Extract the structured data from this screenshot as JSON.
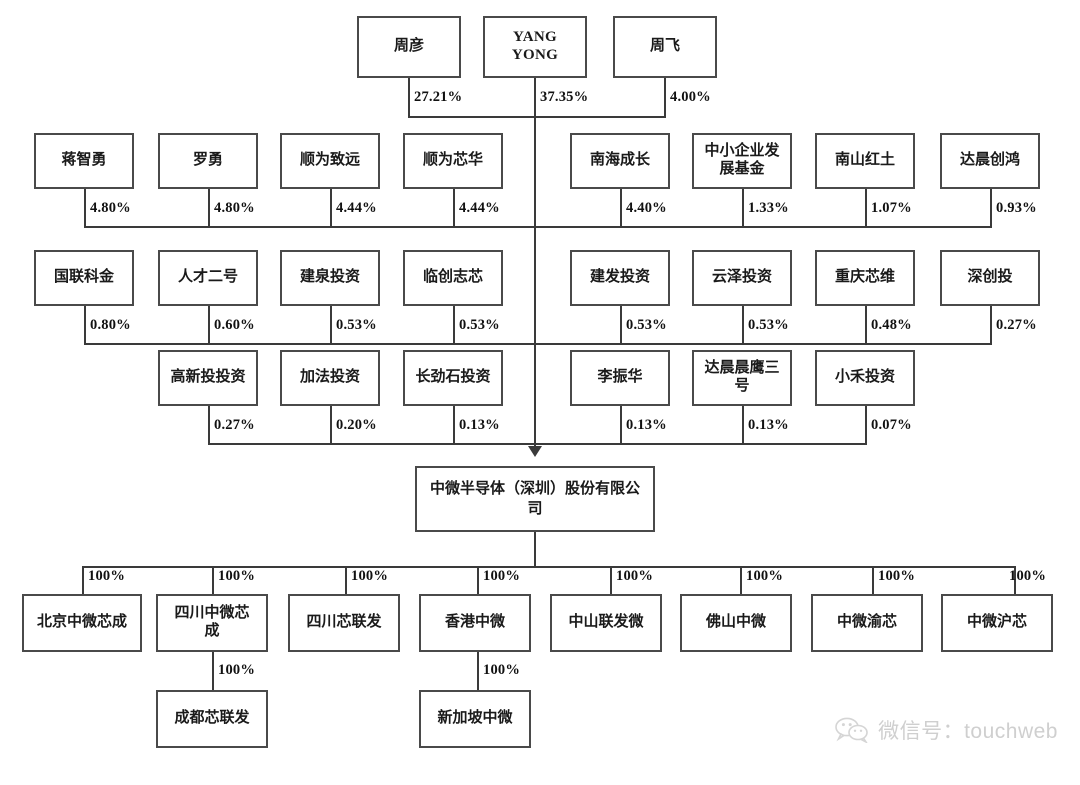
{
  "watermark": {
    "text": "微信号：touchweb",
    "icon": "wechat-icon"
  },
  "company": {
    "name": "中微半导体（深圳）股份有限公司"
  },
  "top_shareholders": [
    {
      "name": "周彦",
      "pct": "27.21%"
    },
    {
      "name": "YANG YONG",
      "pct": "37.35%"
    },
    {
      "name": "周飞",
      "pct": "4.00%"
    }
  ],
  "row2": [
    {
      "name": "蒋智勇",
      "pct": "4.80%"
    },
    {
      "name": "罗勇",
      "pct": "4.80%"
    },
    {
      "name": "顺为致远",
      "pct": "4.44%"
    },
    {
      "name": "顺为芯华",
      "pct": "4.44%"
    },
    {
      "name": "南海成长",
      "pct": "4.40%"
    },
    {
      "name": "中小企业发展基金",
      "pct": "1.33%"
    },
    {
      "name": "南山红土",
      "pct": "1.07%"
    },
    {
      "name": "达晨创鸿",
      "pct": "0.93%"
    }
  ],
  "row3": [
    {
      "name": "国联科金",
      "pct": "0.80%"
    },
    {
      "name": "人才二号",
      "pct": "0.60%"
    },
    {
      "name": "建泉投资",
      "pct": "0.53%"
    },
    {
      "name": "临创志芯",
      "pct": "0.53%"
    },
    {
      "name": "建发投资",
      "pct": "0.53%"
    },
    {
      "name": "云泽投资",
      "pct": "0.53%"
    },
    {
      "name": "重庆芯维",
      "pct": "0.48%"
    },
    {
      "name": "深创投",
      "pct": "0.27%"
    }
  ],
  "row4": [
    {
      "name": "高新投投资",
      "pct": "0.27%"
    },
    {
      "name": "加法投资",
      "pct": "0.20%"
    },
    {
      "name": "长劲石投资",
      "pct": "0.13%"
    },
    {
      "name": "李振华",
      "pct": "0.13%"
    },
    {
      "name": "达晨晨鹰三号",
      "pct": "0.13%"
    },
    {
      "name": "小禾投资",
      "pct": "0.07%"
    }
  ],
  "subsidiaries": [
    {
      "name": "北京中微芯成",
      "pct": "100%"
    },
    {
      "name": "四川中微芯成",
      "pct": "100%"
    },
    {
      "name": "四川芯联发",
      "pct": "100%"
    },
    {
      "name": "香港中微",
      "pct": "100%"
    },
    {
      "name": "中山联发微",
      "pct": "100%"
    },
    {
      "name": "佛山中微",
      "pct": "100%"
    },
    {
      "name": "中微渝芯",
      "pct": "100%"
    },
    {
      "name": "中微沪芯",
      "pct": "100%"
    }
  ],
  "sub_subsidiaries": [
    {
      "name": "成都芯联发",
      "pct": "100%",
      "parent": "四川中微芯成"
    },
    {
      "name": "新加坡中微",
      "pct": "100%",
      "parent": "香港中微"
    }
  ]
}
